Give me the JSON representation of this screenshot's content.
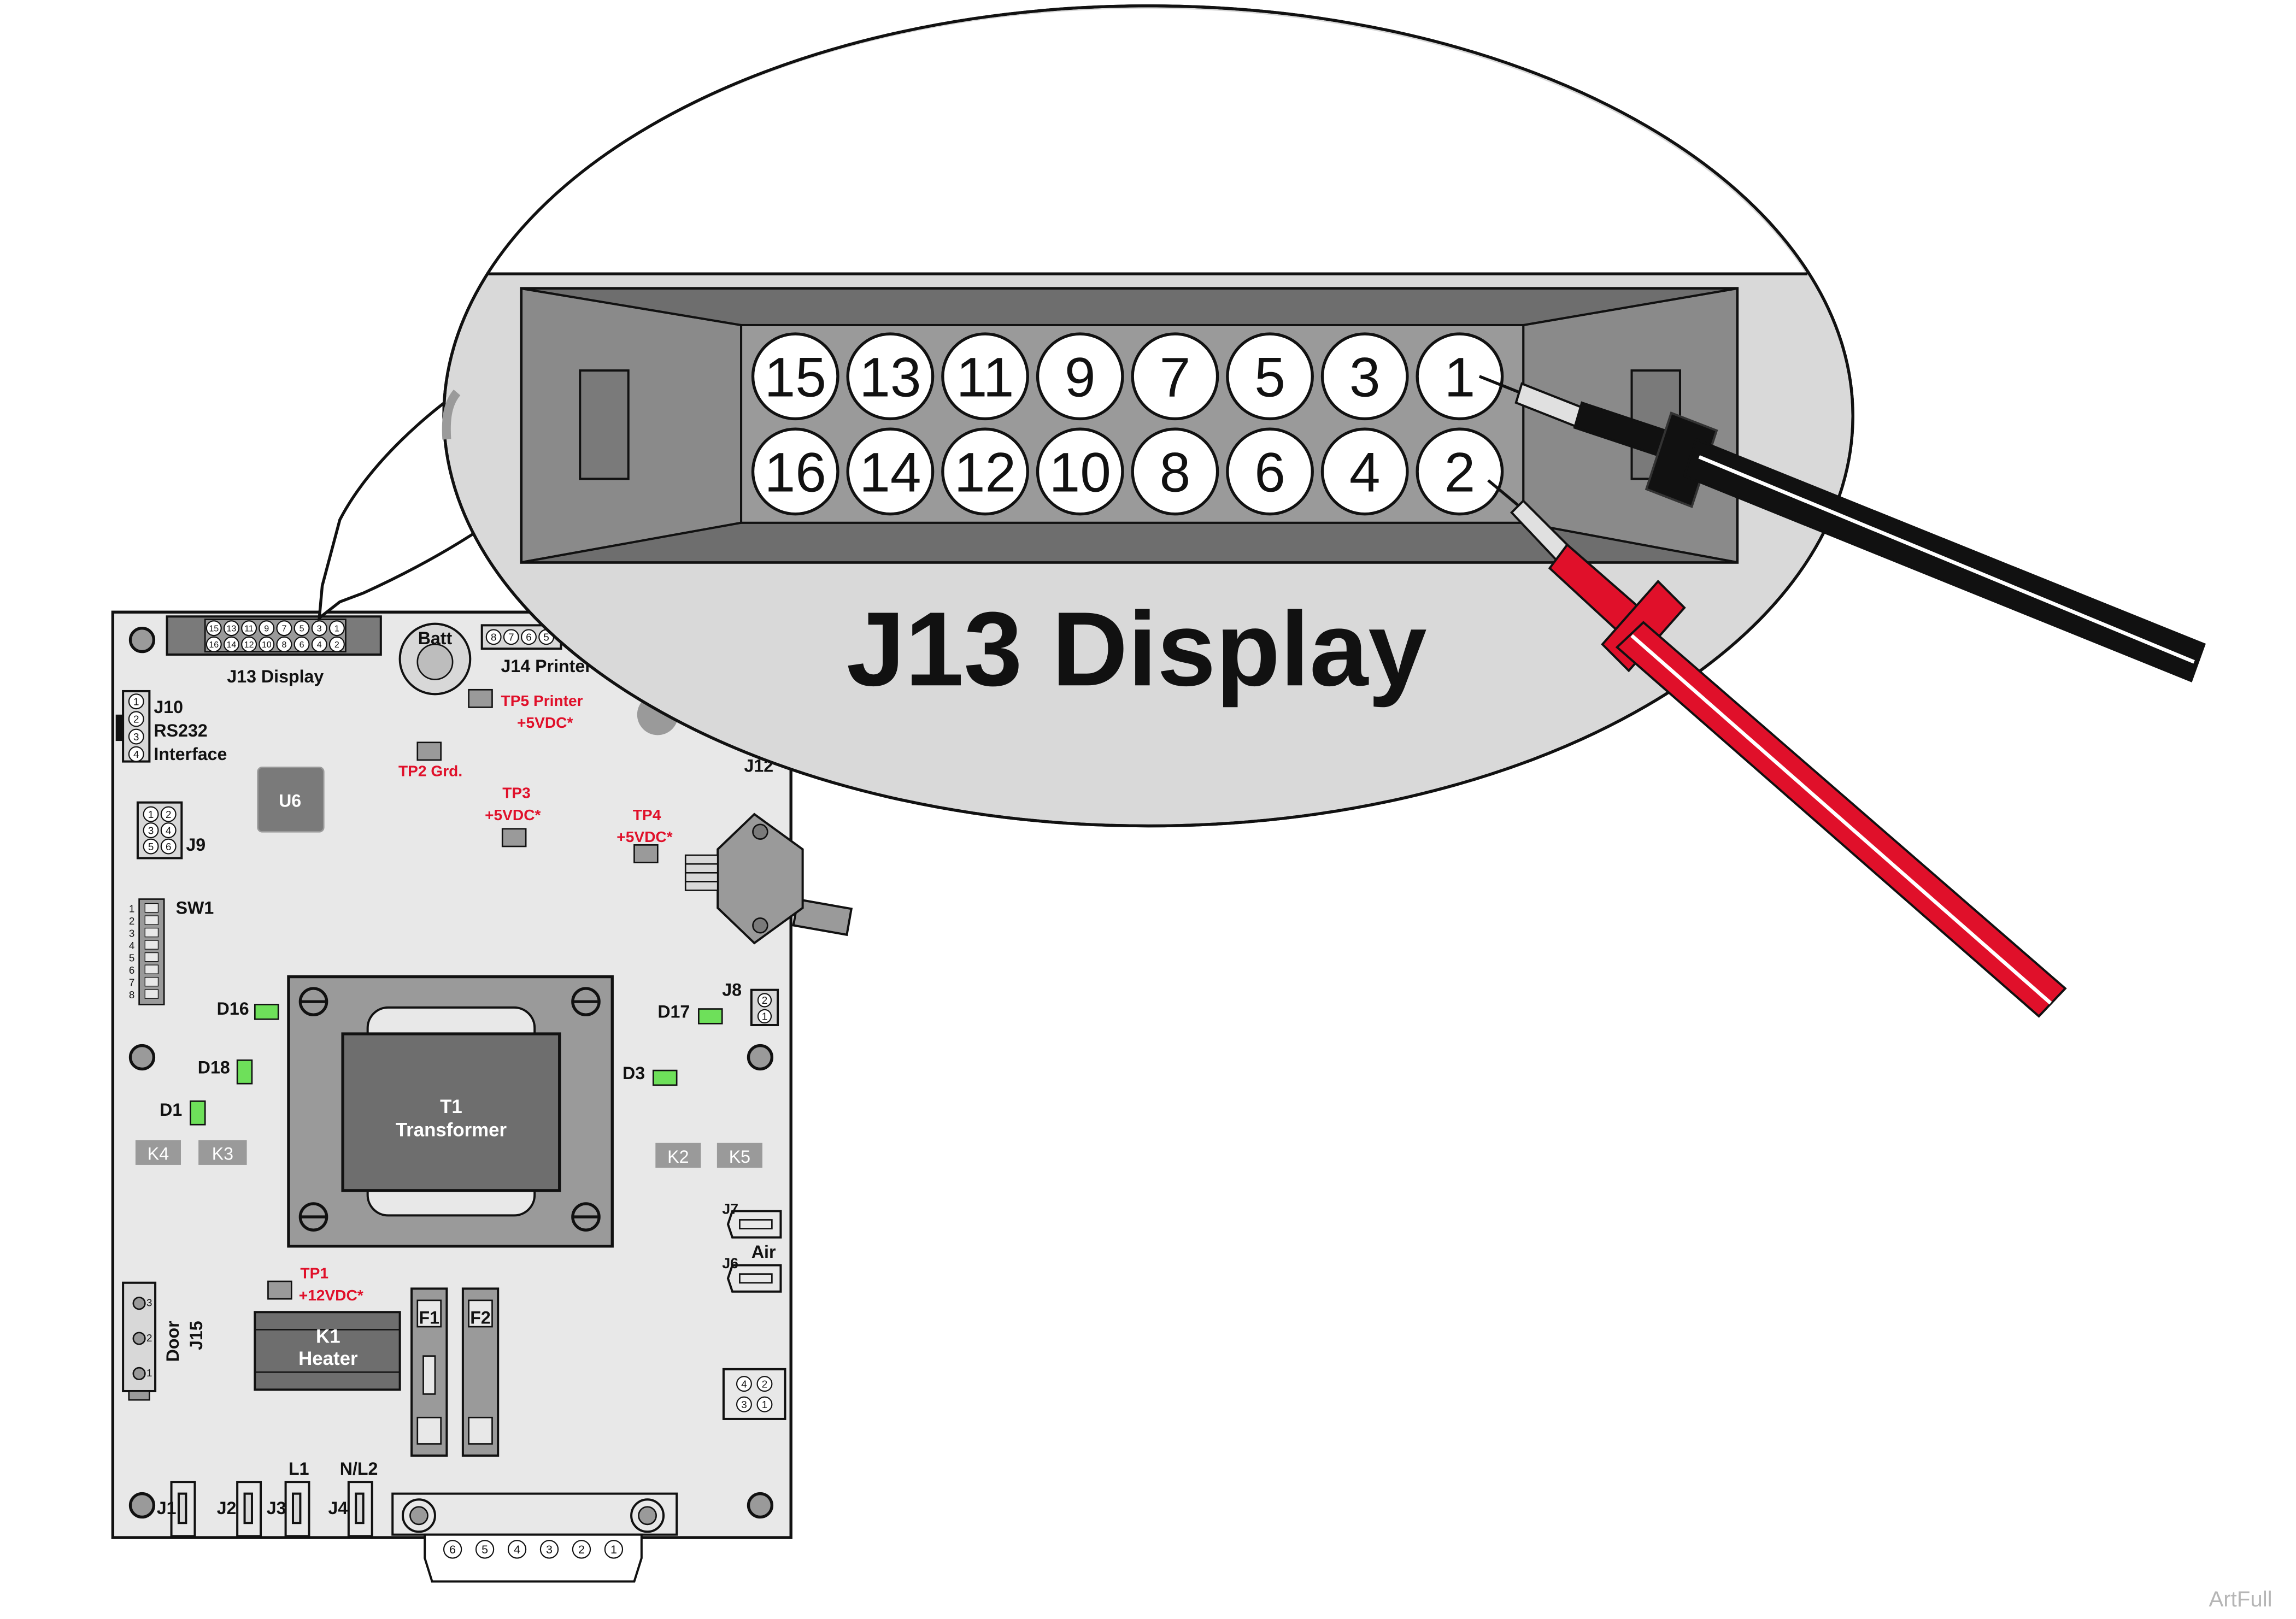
{
  "board": {
    "j13": {
      "label": "J13 Display",
      "top_pins": [
        "15",
        "13",
        "11",
        "9",
        "7",
        "5",
        "3",
        "1"
      ],
      "bottom_pins": [
        "16",
        "14",
        "12",
        "10",
        "8",
        "6",
        "4",
        "2"
      ]
    },
    "j14": {
      "label": "J14 Printer",
      "pins": [
        "8",
        "7",
        "6",
        "5"
      ]
    },
    "batt": "Batt",
    "j10": {
      "label": "J10",
      "line2": "RS232",
      "line3": "Interface",
      "pins": [
        "1",
        "2",
        "3",
        "4"
      ]
    },
    "u6": "U6",
    "j9": {
      "label": "J9",
      "pins": [
        "1",
        "2",
        "3",
        "4",
        "5",
        "6"
      ]
    },
    "sw1": {
      "label": "SW1",
      "pins": [
        "1",
        "2",
        "3",
        "4",
        "5",
        "6",
        "7",
        "8"
      ]
    },
    "tp5": {
      "line1": "TP5 Printer",
      "line2": "+5VDC*"
    },
    "tp2": "TP2 Grd.",
    "tp3": {
      "line1": "TP3",
      "line2": "+5VDC*"
    },
    "tp4": {
      "line1": "TP4",
      "line2": "+5VDC*"
    },
    "tp1": {
      "line1": "TP1",
      "line2": "+12VDC*"
    },
    "j12": "J12",
    "leds": {
      "d16": "D16",
      "d18": "D18",
      "d1": "D1",
      "d17": "D17",
      "d3": "D3"
    },
    "j8": {
      "label": "J8",
      "pins": [
        "2",
        "1"
      ]
    },
    "relays": {
      "k4": "K4",
      "k3": "K3",
      "k2": "K2",
      "k5": "K5"
    },
    "t1": {
      "line1": "T1",
      "line2": "Transformer"
    },
    "k1": {
      "line1": "K1",
      "line2": "Heater"
    },
    "fuses": {
      "f1": "F1",
      "f2": "F2"
    },
    "j7": "J7",
    "j6": "J6",
    "air": "Air",
    "j15": {
      "line1": "Door",
      "line2": "J15",
      "pins": [
        "3",
        "2",
        "1"
      ]
    },
    "small_conn_pins": [
      "4",
      "2",
      "3",
      "1"
    ],
    "bottom_conns": {
      "j1": "J1",
      "j2": "J2",
      "j3": "J3",
      "j4": "J4",
      "l1": "L1",
      "nl2": "N/L2"
    },
    "bottom_plug_pins": [
      "6",
      "5",
      "4",
      "3",
      "2",
      "1"
    ]
  },
  "callout": {
    "title": "J13 Display",
    "top_pins": [
      "15",
      "13",
      "11",
      "9",
      "7",
      "5",
      "3",
      "1"
    ],
    "bottom_pins": [
      "16",
      "14",
      "12",
      "10",
      "8",
      "6",
      "4",
      "2"
    ]
  },
  "watermark": "ArtFull",
  "colors": {
    "board": "#e8e8e8",
    "connector": "#7a7a7a",
    "led": "#6ee05a",
    "probe_red": "#e0102a",
    "probe_black": "#111111",
    "test_point_label": "#e0102a"
  }
}
